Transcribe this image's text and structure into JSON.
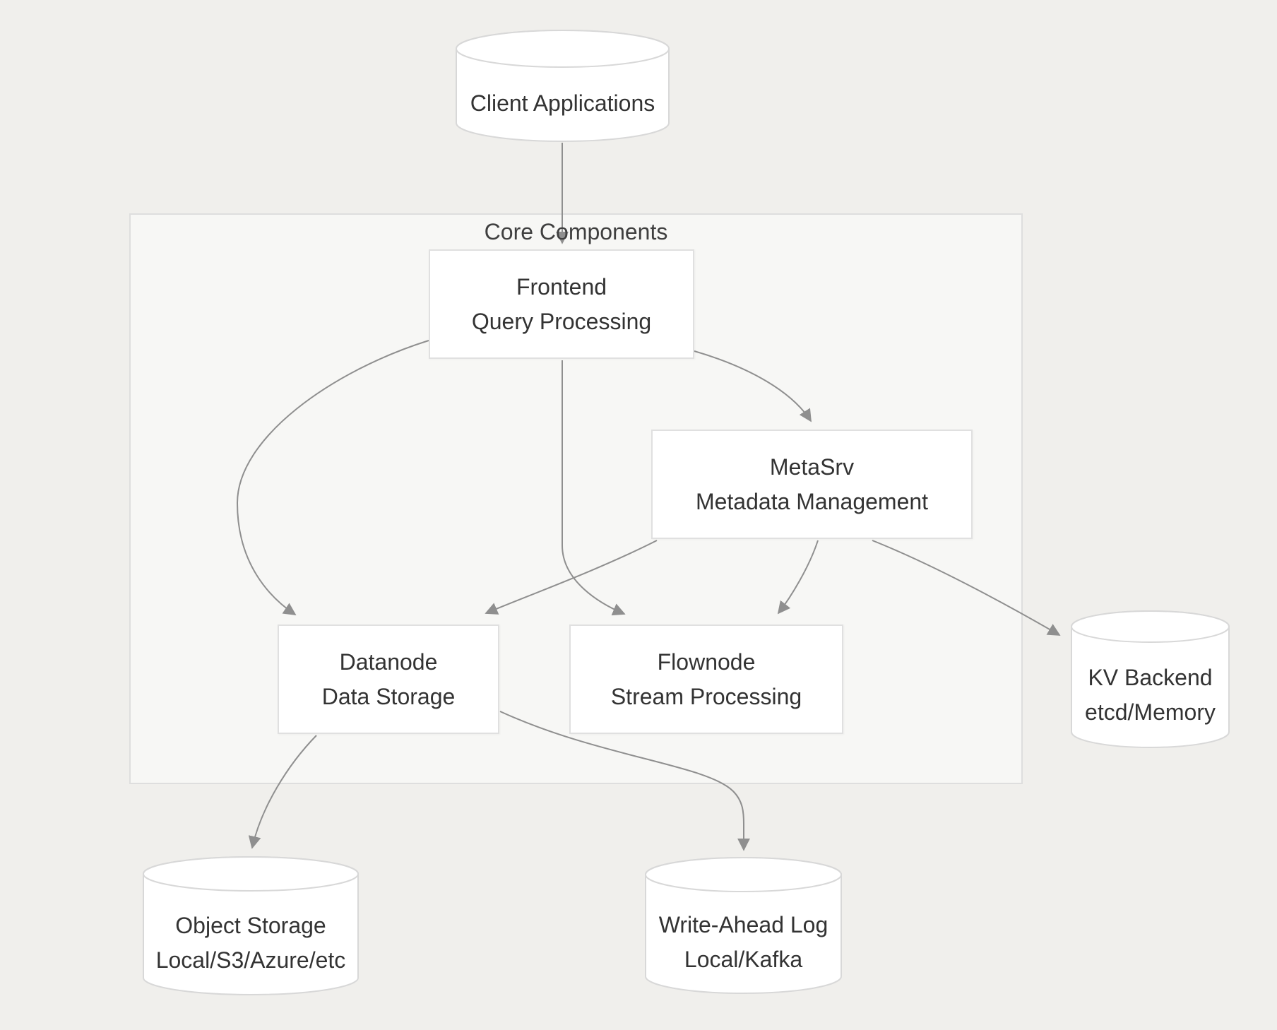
{
  "diagram": {
    "subgraph_label": "Core Components",
    "nodes": {
      "client": {
        "type": "cylinder",
        "title": "Client Applications"
      },
      "frontend": {
        "type": "rect",
        "title": "Frontend",
        "subtitle": "Query Processing"
      },
      "metasrv": {
        "type": "rect",
        "title": "MetaSrv",
        "subtitle": "Metadata Management"
      },
      "datanode": {
        "type": "rect",
        "title": "Datanode",
        "subtitle": "Data Storage"
      },
      "flownode": {
        "type": "rect",
        "title": "Flownode",
        "subtitle": "Stream Processing"
      },
      "kv_backend": {
        "type": "cylinder",
        "title": "KV Backend",
        "subtitle": "etcd/Memory"
      },
      "object_storage": {
        "type": "cylinder",
        "title": "Object Storage",
        "subtitle": "Local/S3/Azure/etc"
      },
      "wal": {
        "type": "cylinder",
        "title": "Write-Ahead Log",
        "subtitle": "Local/Kafka"
      }
    },
    "edges": [
      {
        "from": "client",
        "to": "frontend"
      },
      {
        "from": "frontend",
        "to": "datanode"
      },
      {
        "from": "frontend",
        "to": "flownode"
      },
      {
        "from": "frontend",
        "to": "metasrv"
      },
      {
        "from": "metasrv",
        "to": "datanode"
      },
      {
        "from": "metasrv",
        "to": "flownode"
      },
      {
        "from": "metasrv",
        "to": "kv_backend"
      },
      {
        "from": "datanode",
        "to": "object_storage"
      },
      {
        "from": "datanode",
        "to": "wal"
      }
    ],
    "colors": {
      "page_background": "#f0efec",
      "subgraph_fill": "#f7f7f5",
      "subgraph_border": "#dedede",
      "node_fill": "#ffffff",
      "node_border": "#e0e0e0",
      "cylinder_border": "#d8d8d8",
      "edge": "#8f8f8f",
      "text": "#333333"
    }
  }
}
